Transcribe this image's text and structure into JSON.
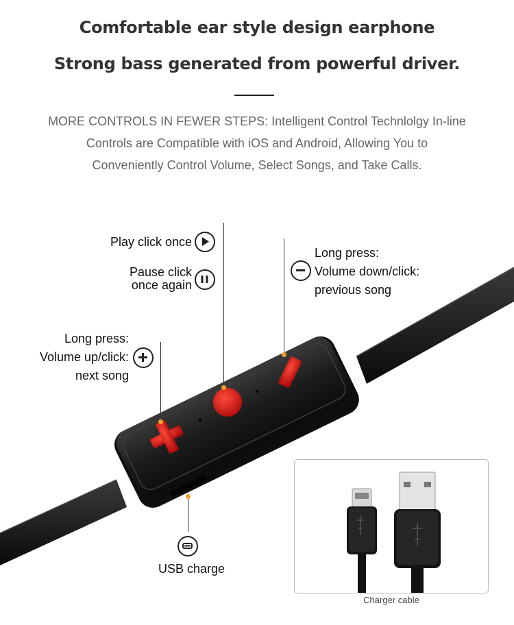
{
  "headline": {
    "line1": "Comfortable ear style design earphone",
    "line2": "Strong bass generated from powerful driver."
  },
  "description": {
    "line1": "MORE CONTROLS IN FEWER STEPS: Intelligent Control Technlolgy In-line",
    "line2": "Controls are Compatible with iOS and Android, Allowing You to",
    "line3": "Conveniently Control Volume, Select Songs, and Take Calls."
  },
  "controls": {
    "play": {
      "text": "Play click once",
      "icon": "play-icon"
    },
    "pause": {
      "line1": "Pause click",
      "line2": "once again",
      "icon": "pause-icon"
    },
    "volume_down": {
      "line1": "Long press:",
      "line2": "Volume down/click:",
      "line3": "previous song",
      "icon": "minus-icon"
    },
    "volume_up": {
      "line1": "Long press:",
      "line2": "Volume up/click:",
      "line3": "next song",
      "icon": "plus-icon"
    },
    "usb": {
      "text": "USB charge",
      "icon": "usb-port-icon"
    }
  },
  "inset": {
    "caption": "Charger cable"
  },
  "colors": {
    "button_red": "#d41818",
    "pointer_dot": "#f0a030",
    "remote_body": "#1a1a1a"
  }
}
